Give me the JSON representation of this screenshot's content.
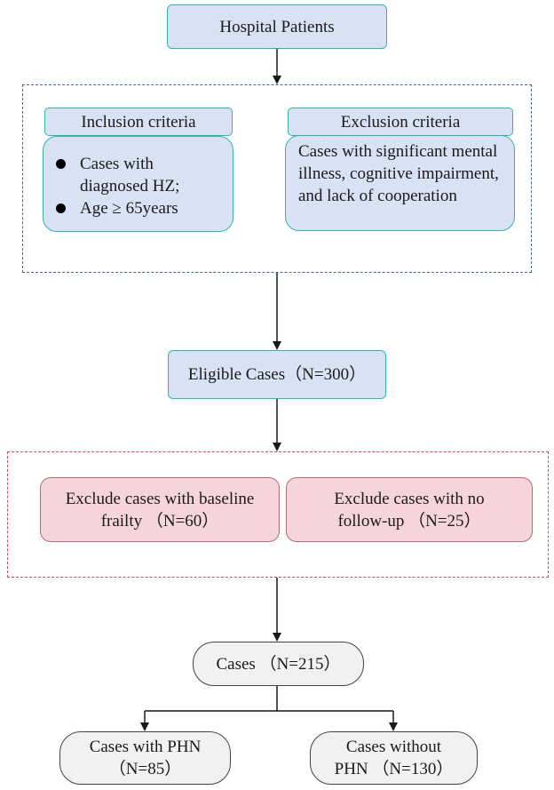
{
  "nodes": {
    "hospital": "Hospital Patients",
    "inclusion_title": "Inclusion criteria",
    "inclusion_items": [
      "Cases with diagnosed HZ;",
      "Age ≥ 65years"
    ],
    "exclusion_title": "Exclusion criteria",
    "exclusion_text": "Cases with significant mental illness, cognitive impairment, and lack of cooperation",
    "eligible": "Eligible Cases（N=300）",
    "exclude_frailty": "Exclude cases with baseline frailty （N=60）",
    "exclude_followup": "Exclude cases with no follow-up （N=25）",
    "cases": "Cases （N=215）",
    "with_phn": "Cases with PHN （N=85）",
    "without_phn": "Cases without PHN （N=130）"
  },
  "colors": {
    "blue_fill": "#d9e1f5",
    "teal_border": "#2fb7a5",
    "pink_fill": "#f6d4dc",
    "pink_border": "#b76a7b",
    "grey_fill": "#f1f1f1",
    "dashed_blue": "#4a5fa0",
    "dashed_red": "#d9485a"
  }
}
